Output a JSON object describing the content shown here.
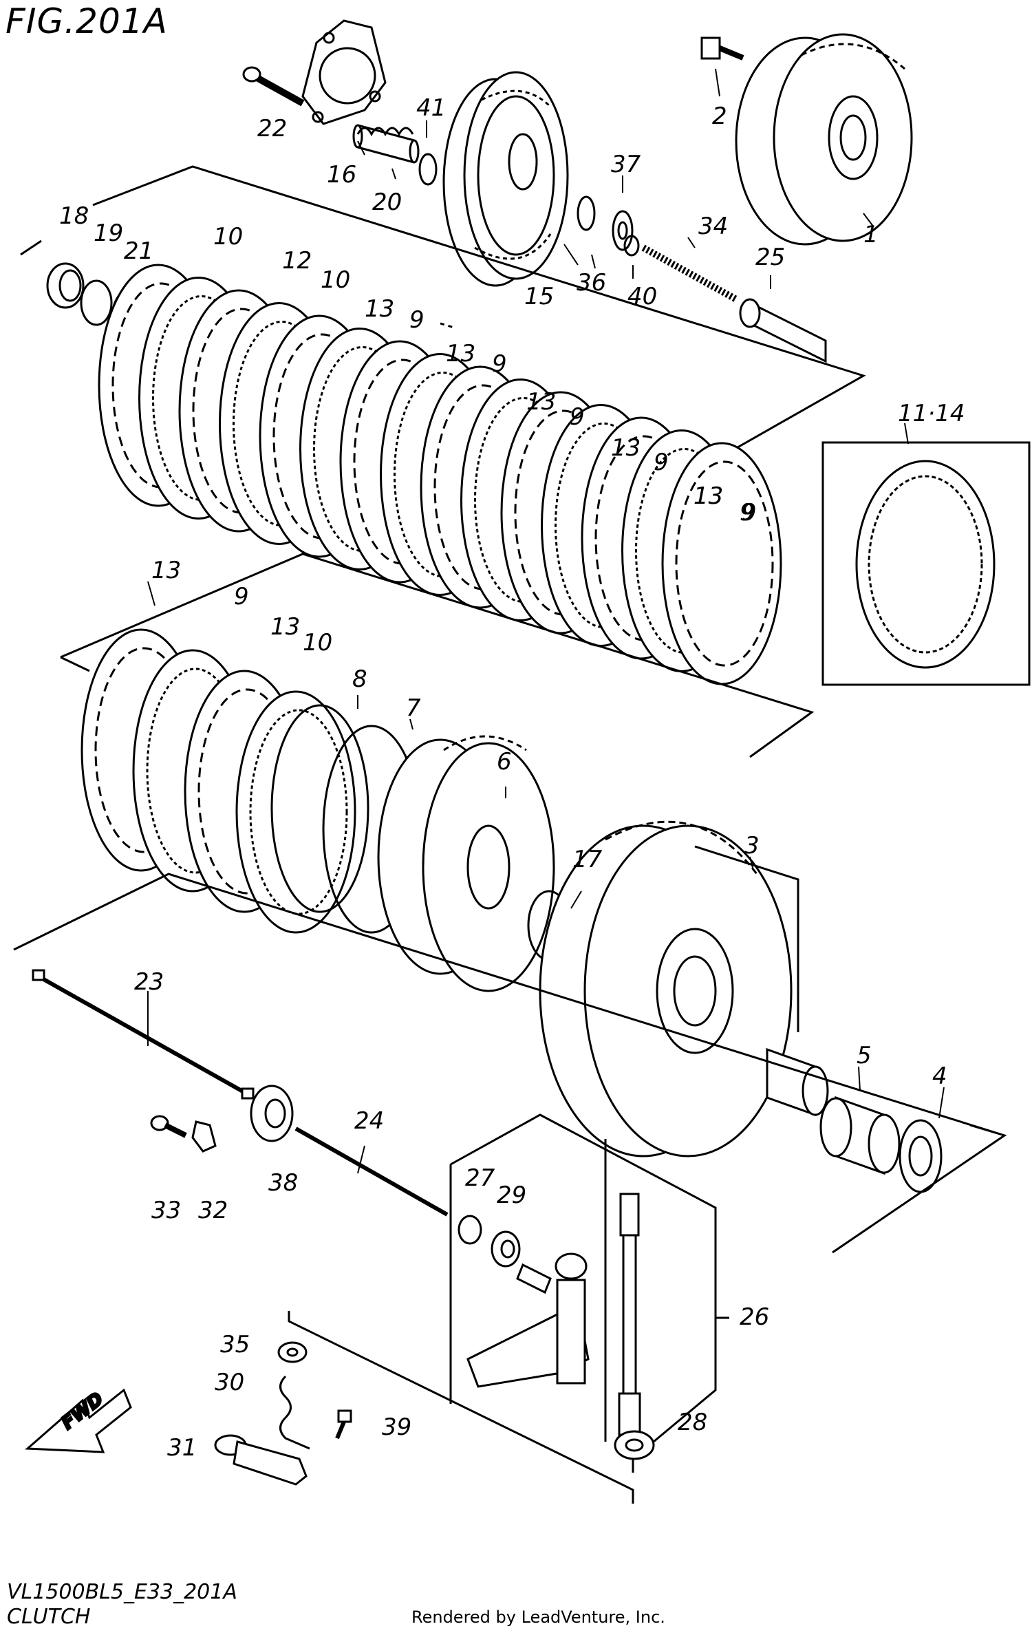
{
  "header": {
    "figure_title": "FIG.201A"
  },
  "footer": {
    "model_code": "VL1500BL5_E33_201A",
    "section_name": "CLUTCH",
    "rendered_by": "Rendered by LeadVenture, Inc."
  },
  "direction_arrow": {
    "label": "FWD"
  },
  "callouts": [
    {
      "id": "c1",
      "label": "1"
    },
    {
      "id": "c2",
      "label": "2"
    },
    {
      "id": "c3",
      "label": "3"
    },
    {
      "id": "c4",
      "label": "4"
    },
    {
      "id": "c5",
      "label": "5"
    },
    {
      "id": "c6",
      "label": "6"
    },
    {
      "id": "c7",
      "label": "7"
    },
    {
      "id": "c8",
      "label": "8"
    },
    {
      "id": "c9a",
      "label": "9"
    },
    {
      "id": "c9b",
      "label": "9"
    },
    {
      "id": "c9c",
      "label": "9"
    },
    {
      "id": "c9d",
      "label": "9"
    },
    {
      "id": "c9e",
      "label": "9"
    },
    {
      "id": "c9f",
      "label": "9"
    },
    {
      "id": "c9g",
      "label": "9"
    },
    {
      "id": "c10a",
      "label": "10"
    },
    {
      "id": "c10b",
      "label": "10"
    },
    {
      "id": "c10c",
      "label": "10"
    },
    {
      "id": "c1114",
      "label": "11·14"
    },
    {
      "id": "c12",
      "label": "12"
    },
    {
      "id": "c13a",
      "label": "13"
    },
    {
      "id": "c13b",
      "label": "13"
    },
    {
      "id": "c13c",
      "label": "13"
    },
    {
      "id": "c13d",
      "label": "13"
    },
    {
      "id": "c13e",
      "label": "13"
    },
    {
      "id": "c13f",
      "label": "13"
    },
    {
      "id": "c13g",
      "label": "13"
    },
    {
      "id": "c13h",
      "label": "13"
    },
    {
      "id": "c15",
      "label": "15"
    },
    {
      "id": "c16",
      "label": "16"
    },
    {
      "id": "c17",
      "label": "17"
    },
    {
      "id": "c18",
      "label": "18"
    },
    {
      "id": "c19",
      "label": "19"
    },
    {
      "id": "c20",
      "label": "20"
    },
    {
      "id": "c21",
      "label": "21"
    },
    {
      "id": "c22",
      "label": "22"
    },
    {
      "id": "c23",
      "label": "23"
    },
    {
      "id": "c24",
      "label": "24"
    },
    {
      "id": "c25",
      "label": "25"
    },
    {
      "id": "c26",
      "label": "26"
    },
    {
      "id": "c27",
      "label": "27"
    },
    {
      "id": "c28",
      "label": "28"
    },
    {
      "id": "c29",
      "label": "29"
    },
    {
      "id": "c30",
      "label": "30"
    },
    {
      "id": "c31",
      "label": "31"
    },
    {
      "id": "c32",
      "label": "32"
    },
    {
      "id": "c33",
      "label": "33"
    },
    {
      "id": "c34",
      "label": "34"
    },
    {
      "id": "c35",
      "label": "35"
    },
    {
      "id": "c36",
      "label": "36"
    },
    {
      "id": "c37",
      "label": "37"
    },
    {
      "id": "c38",
      "label": "38"
    },
    {
      "id": "c39",
      "label": "39"
    },
    {
      "id": "c40",
      "label": "40"
    },
    {
      "id": "c41",
      "label": "41"
    }
  ]
}
